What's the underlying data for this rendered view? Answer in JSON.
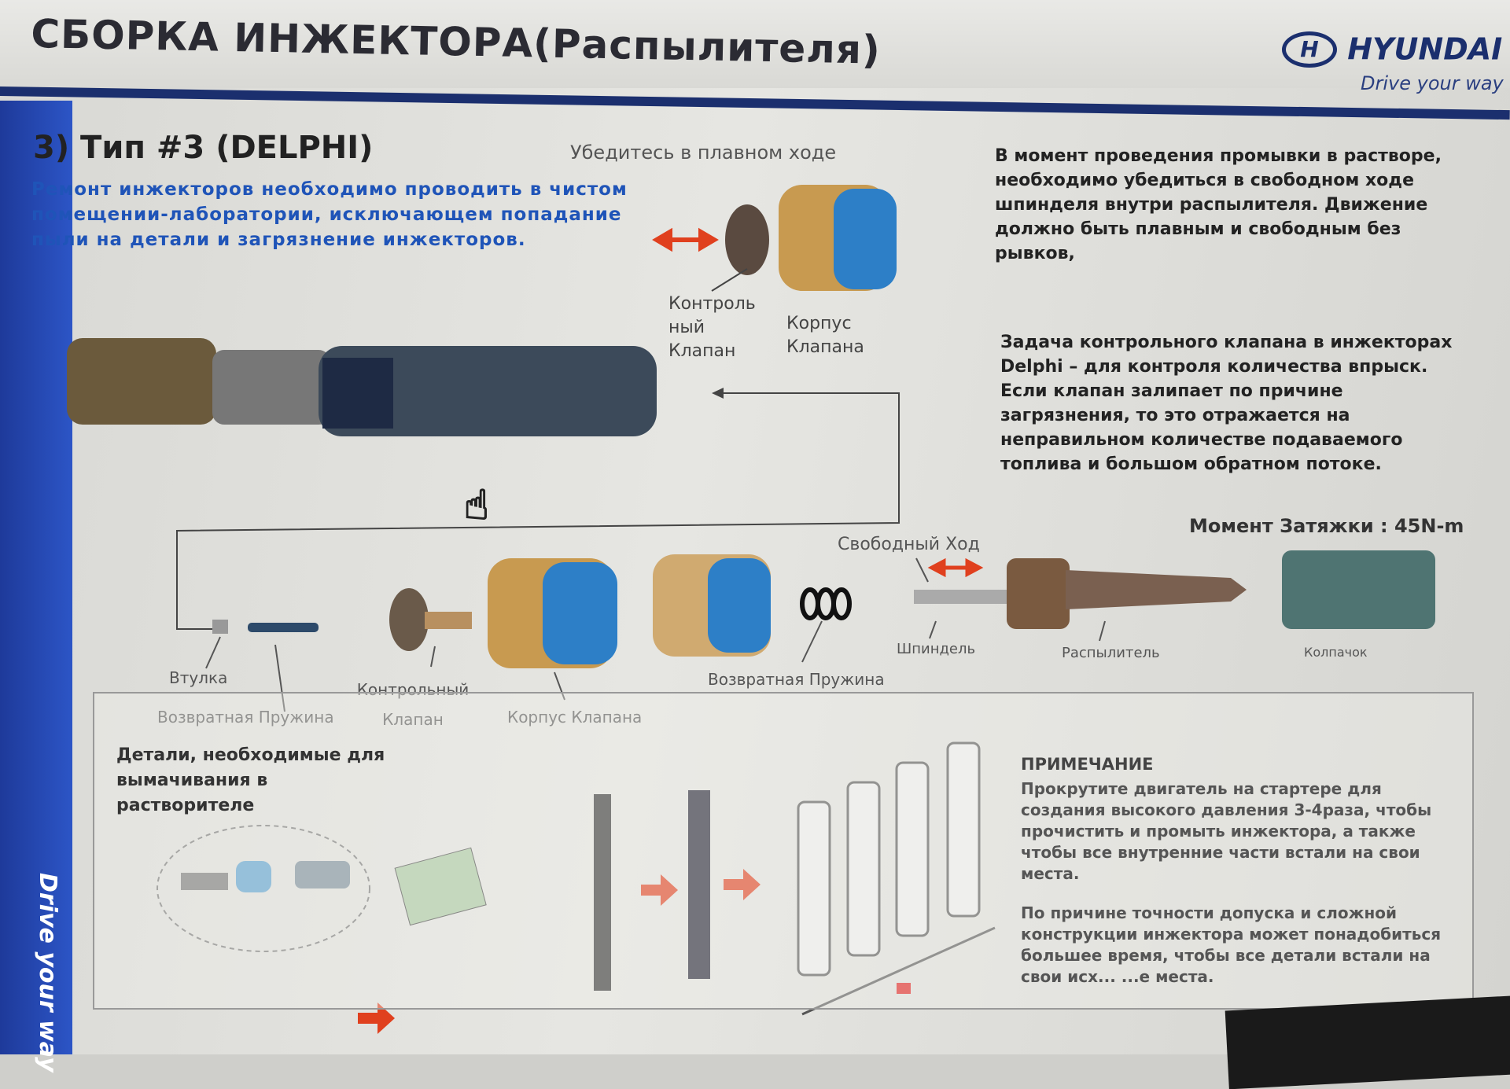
{
  "header": {
    "title": "СБОРКА ИНЖЕКТОРА(Распылителя)",
    "brand": "HYUNDAI",
    "brand_tagline": "Drive your way"
  },
  "side_band": {
    "text": "Drive your way",
    "color": "#2747b0"
  },
  "section": {
    "subtitle": "3) Тип #3  (DELPHI)",
    "intro": "Ремонт инжекторов необходимо проводить в чистом помещении-лаборатории, исключающем попадание пыли на детали и загрязнение инжекторов.",
    "smooth_check": "Убедитесь в плавном ходе",
    "flush_text": "В момент проведения промывки в растворе, необходимо убедиться в свободном ходе шпинделя внутри распылителя. Движение должно быть плавным и свободным без рывков,",
    "valve_text": "Задача контрольного клапана в инжекторах Delphi – для контроля количества впрыск. Если клапан залипает по причине загрязнения, то это отражается на неправильном количестве подаваемого топлива и большом обратном потоке.",
    "torque": "Момент Затяжки : 45N-m"
  },
  "top_labels": {
    "control_valve": "Контроль ный Клапан",
    "valve_body": "Корпус Клапана"
  },
  "exploded_labels": {
    "bushing": "Втулка",
    "return_spring_1": "Возвратная Пружина",
    "control_valve": "Контрольный Клапан",
    "valve_body": "Корпус Клапана",
    "return_spring_2": "Возвратная Пружина",
    "free_play": "Свободный Ход",
    "spindle": "Шпиндель",
    "nozzle": "Распылитель",
    "cap": "Колпачок"
  },
  "soak_box": {
    "title": "Детали, необходимые для вымачивания в растворителе",
    "note_heading": "ПРИМЕЧАНИЕ",
    "note_1": "Прокрутите двигатель на стартере для создания высокого давления 3-4раза, чтобы прочистить и промыть инжектора, а также чтобы все внутренние части встали на свои места.",
    "note_2": "По причине точности допуска и сложной конструкции инжектора может понадобиться большее время, чтобы все детали встали на свои исх... ...е места."
  },
  "colors": {
    "accent_blue": "#1f54b8",
    "brand_navy": "#1b2f6e",
    "arrow_red": "#e0401e"
  },
  "icons": {
    "cursor": "hand-pointer-icon"
  }
}
